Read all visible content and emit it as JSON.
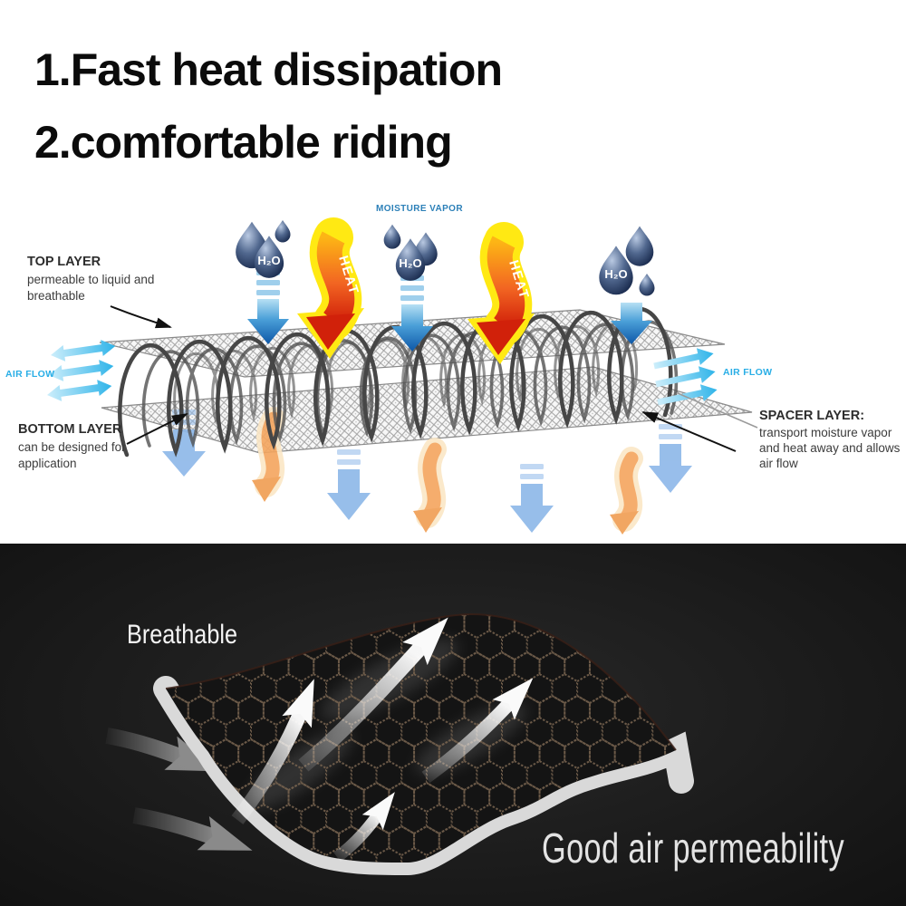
{
  "headings": {
    "line1": "1.Fast heat dissipation",
    "line2": "2.comfortable riding"
  },
  "diagram": {
    "moisture_vapor_label": "MOISTURE VAPOR",
    "h2o_label": "H₂O",
    "heat_label": "HEAT",
    "air_flow_label": "AIR FLOW",
    "top_layer": {
      "title": "TOP LAYER",
      "desc_line1": "permeable to liquid and",
      "desc_line2": "breathable"
    },
    "bottom_layer": {
      "title": "BOTTOM LAYER",
      "desc_line1": "can be designed for",
      "desc_line2": "application"
    },
    "spacer_layer": {
      "title": "SPACER LAYER:",
      "desc_line1": "transport moisture vapor",
      "desc_line2": "and heat away and allows",
      "desc_line3": "air flow"
    }
  },
  "bottom_panel": {
    "breathable_label": "Breathable",
    "permeability_label": "Good air permeability"
  },
  "colors": {
    "heading_black": "#0b0b0b",
    "moisture_blue": "#2c80b8",
    "airflow_cyan": "#29aee6",
    "heat_orange": "#f26522",
    "heat_red": "#d1210a",
    "glow_yellow": "#ffe913",
    "water_navy": "#0d1d3f",
    "arrow_blue_dark": "#0d57a7",
    "soft_blue": "#8fb9e9",
    "soft_orange": "#f4a55e",
    "mesh_gray": "#a3a3a3",
    "coil_gray": "#4a4a4a",
    "panel_dark": "#1c1c1c",
    "fabric_light": "#dcdcdc"
  }
}
